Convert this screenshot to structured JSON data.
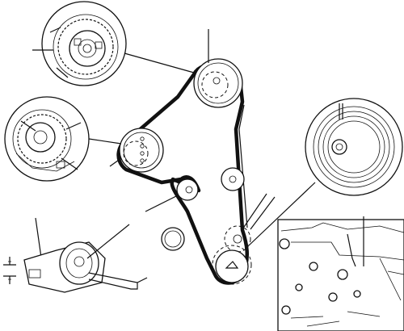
{
  "diagram": {
    "description_visible_text": "",
    "colors": {
      "ink": "#111111",
      "paper": "#ffffff"
    },
    "components": [
      {
        "id": "camshaft-sprocket-detail",
        "icon": "gear-icon"
      },
      {
        "id": "camshaft-pulley-upper",
        "icon": "pulley-icon"
      },
      {
        "id": "camshaft-pulley-lower",
        "icon": "pulley-icon"
      },
      {
        "id": "injection-pump-sprocket-detail",
        "icon": "gear-icon"
      },
      {
        "id": "idler-pulley",
        "icon": "pulley-icon"
      },
      {
        "id": "tensioner-pulley",
        "icon": "pulley-icon"
      },
      {
        "id": "crankshaft-pulley",
        "icon": "pulley-icon"
      },
      {
        "id": "crankshaft-damper-detail",
        "icon": "damper-icon"
      },
      {
        "id": "tensioner-adjust-detail",
        "icon": "wrench-icon"
      },
      {
        "id": "engine-block-detail",
        "icon": "engine-icon"
      }
    ]
  }
}
